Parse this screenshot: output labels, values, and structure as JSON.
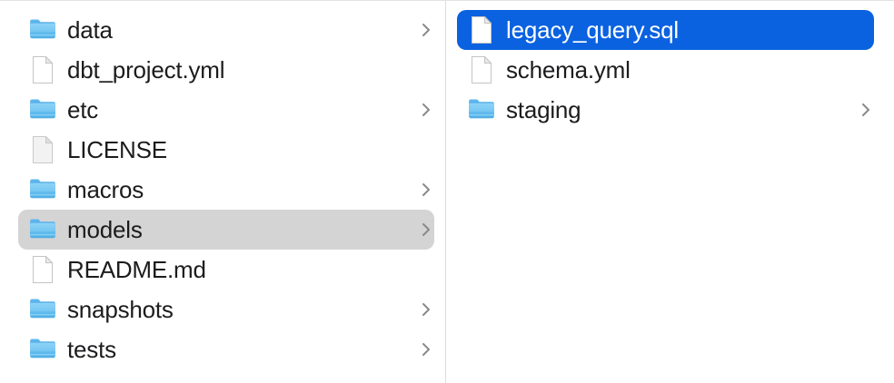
{
  "window": {
    "view_mode": "column",
    "accent_color": "#0a62e0",
    "inactive_selection_color": "#d4d4d4",
    "divider_color": "#dcdcdc",
    "background_color": "#ffffff",
    "label_color": "#1c1c1e",
    "chevron_color": "#8a8a8e"
  },
  "columns": [
    {
      "name": "parent-column",
      "items": [
        {
          "label": "data",
          "kind": "folder",
          "icon": "folder-icon",
          "has_chevron": true,
          "selected": false,
          "selection_state": "none"
        },
        {
          "label": "dbt_project.yml",
          "kind": "file",
          "icon": "document-icon",
          "has_chevron": false,
          "selected": false,
          "selection_state": "none"
        },
        {
          "label": "etc",
          "kind": "folder",
          "icon": "folder-icon",
          "has_chevron": true,
          "selected": false,
          "selection_state": "none"
        },
        {
          "label": "LICENSE",
          "kind": "file",
          "icon": "generic-document-icon",
          "has_chevron": false,
          "selected": false,
          "selection_state": "none"
        },
        {
          "label": "macros",
          "kind": "folder",
          "icon": "folder-icon",
          "has_chevron": true,
          "selected": false,
          "selection_state": "none"
        },
        {
          "label": "models",
          "kind": "folder",
          "icon": "folder-icon",
          "has_chevron": true,
          "selected": true,
          "selection_state": "inactive"
        },
        {
          "label": "README.md",
          "kind": "file",
          "icon": "document-icon",
          "has_chevron": false,
          "selected": false,
          "selection_state": "none"
        },
        {
          "label": "snapshots",
          "kind": "folder",
          "icon": "folder-icon",
          "has_chevron": true,
          "selected": false,
          "selection_state": "none"
        },
        {
          "label": "tests",
          "kind": "folder",
          "icon": "folder-icon",
          "has_chevron": true,
          "selected": false,
          "selection_state": "none"
        }
      ]
    },
    {
      "name": "child-column",
      "items": [
        {
          "label": "legacy_query.sql",
          "kind": "file",
          "icon": "document-icon",
          "has_chevron": false,
          "selected": true,
          "selection_state": "active"
        },
        {
          "label": "schema.yml",
          "kind": "file",
          "icon": "document-icon",
          "has_chevron": false,
          "selected": false,
          "selection_state": "none"
        },
        {
          "label": "staging",
          "kind": "folder",
          "icon": "folder-icon",
          "has_chevron": true,
          "selected": false,
          "selection_state": "none"
        }
      ]
    }
  ]
}
